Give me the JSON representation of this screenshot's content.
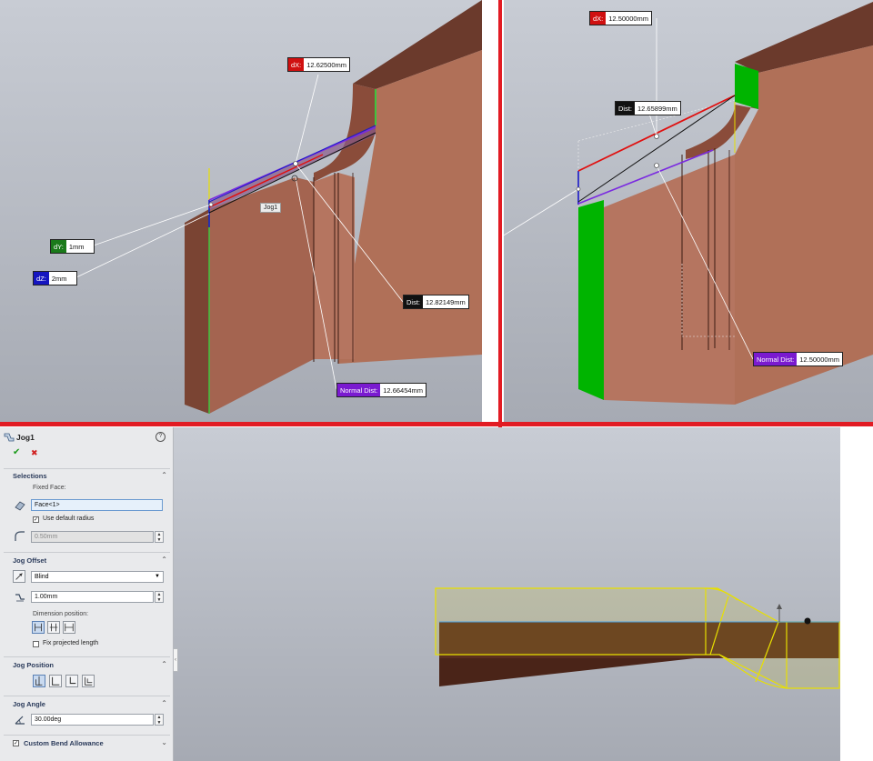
{
  "top_left_view": {
    "dims": {
      "dx": {
        "tag": "dX:",
        "value": "12.62500mm"
      },
      "dy": {
        "tag": "dY:",
        "value": "1mm"
      },
      "dz": {
        "tag": "dZ:",
        "value": "2mm"
      },
      "dist": {
        "tag": "Dist:",
        "value": "12.82149mm"
      },
      "normal": {
        "tag": "Normal Dist:",
        "value": "12.66454mm"
      }
    },
    "feature_tag": "Jog1"
  },
  "top_right_view": {
    "dims": {
      "dx": {
        "tag": "dX:",
        "value": "12.50000mm"
      },
      "dist": {
        "tag": "Dist:",
        "value": "12.65899mm"
      },
      "normal": {
        "tag": "Normal Dist:",
        "value": "12.50000mm"
      }
    }
  },
  "panel": {
    "title": "Jog1",
    "ok_symbol": "✔",
    "cancel_symbol": "✖",
    "help_symbol": "?",
    "selections": {
      "header": "Selections",
      "fixed_face_label": "Fixed Face:",
      "fixed_face_value": "Face<1>",
      "use_default_radius_label": "Use default radius",
      "use_default_radius_checked": true,
      "radius_value": "0.50mm"
    },
    "jog_offset": {
      "header": "Jog Offset",
      "end_condition": "Blind",
      "offset_value": "1.00mm",
      "dimension_position_label": "Dimension position:",
      "fix_projected_label": "Fix projected length",
      "fix_projected_checked": false
    },
    "jog_position": {
      "header": "Jog Position"
    },
    "jog_angle": {
      "header": "Jog Angle",
      "angle_value": "30.00deg"
    },
    "custom_bend": {
      "header": "Custom Bend Allowance",
      "checked": true
    }
  },
  "colors": {
    "viewport_top": "#c8ccd4",
    "viewport_bottom": "#a6aab3",
    "part_front": "#b07058",
    "part_top": "#6b3a2c",
    "edge_highlight": "#00c000",
    "separator": "#e21b23",
    "preview": "#e8e000"
  }
}
